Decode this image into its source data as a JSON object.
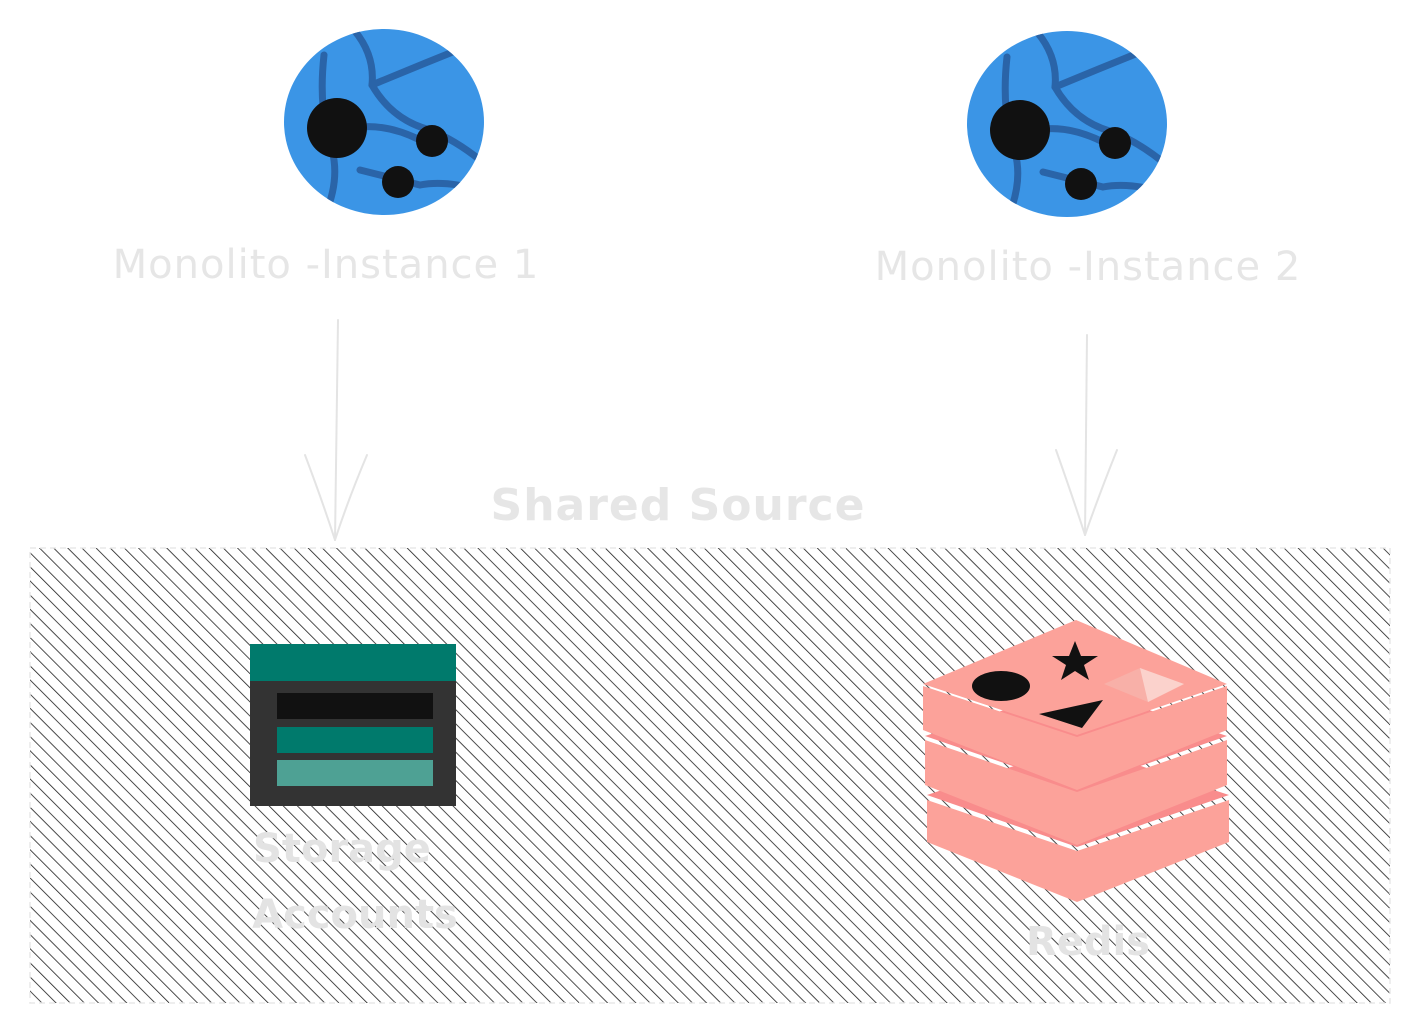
{
  "diagram": {
    "nodes": {
      "instance1": {
        "label": "Monolito -Instance 1",
        "icon": "globe-icon"
      },
      "instance2": {
        "label": "Monolito -Instance 2",
        "icon": "globe-icon"
      },
      "shared_source": {
        "label": "Shared Source"
      },
      "storage": {
        "label_line1": "Storage",
        "label_line2": "Accounts",
        "icon": "storage-account-icon"
      },
      "redis": {
        "label": "Redis",
        "icon": "redis-icon"
      }
    },
    "edges": [
      {
        "from": "Monolito -Instance 1",
        "to": "Shared Source"
      },
      {
        "from": "Monolito -Instance 2",
        "to": "Shared Source"
      }
    ],
    "colors": {
      "globe_blue": "#3b95e6",
      "globe_lines": "#2a64a8",
      "storage_teal": "#007a6c",
      "storage_light_teal": "#4ea194",
      "storage_dark": "#333333",
      "redis_light": "#fca29a",
      "redis_dark": "#f98c8c",
      "hatch": "#1e1e1e",
      "text_faint": "#e6e6e6"
    }
  }
}
